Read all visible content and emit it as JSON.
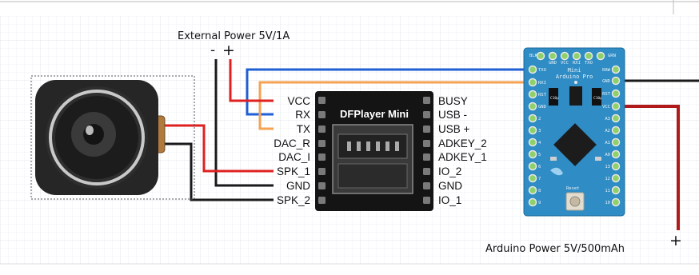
{
  "external_power": {
    "label": "External Power 5V/1A",
    "minus": "-",
    "plus": "+"
  },
  "arduino_power": {
    "label": "Arduino Power 5V/500mAh",
    "plus": "+"
  },
  "dfplayer": {
    "title": "DFPlayer Mini",
    "left_pins": [
      "VCC",
      "RX",
      "TX",
      "DAC_R",
      "DAC_I",
      "SPK_1",
      "GND",
      "SPK_2"
    ],
    "right_pins": [
      "BUSY",
      "USB -",
      "USB +",
      "ADKEY_2",
      "ADKEY_1",
      "IO_2",
      "GND",
      "IO_1"
    ]
  },
  "arduino": {
    "name_line1": "Mini",
    "name_line2": "Arduino Pro",
    "top_pins": [
      "BLK",
      "GND",
      "VCC",
      "RXI",
      "TXO",
      "GRN"
    ],
    "left_pins": [
      "TXO",
      "RXI",
      "RST",
      "GND",
      "2",
      "3",
      "4",
      "5",
      "6",
      "7",
      "8",
      "9"
    ],
    "right_pins": [
      "RAW",
      "GND",
      "RST",
      "VCC",
      "A3",
      "A2",
      "A1",
      "A0",
      "13",
      "12",
      "11",
      "10"
    ],
    "cap1": "C10p",
    "cap2": "C10p",
    "reset": "Reset"
  },
  "colors": {
    "blue_wire": "#1f5fd6",
    "orange_wire": "#f6a253",
    "red_wire": "#e02020",
    "dark_red_wire": "#b01a1a",
    "black_wire": "#1a1a1a",
    "arduino_board": "#2f8cc5",
    "dfplayer_board": "#141414",
    "grid": "#eef1f4"
  }
}
